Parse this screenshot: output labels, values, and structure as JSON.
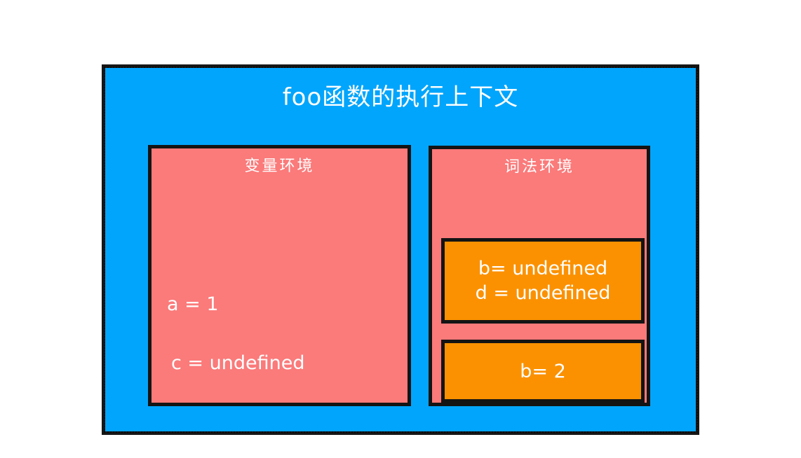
{
  "diagram": {
    "title": "foo函数的执行上下文",
    "colors": {
      "context_background": "#02a5fc",
      "environment_background": "#fb7a7a",
      "record_background": "#fb9100",
      "border": "#141414",
      "text": "#ffffff"
    },
    "variable_environment": {
      "title": "变量环境",
      "entries": [
        "a = 1",
        "c = undefined"
      ]
    },
    "lexical_environment": {
      "title": "词法环境",
      "blocks": [
        {
          "lines": [
            "b= undefined",
            "d = undefined"
          ]
        },
        {
          "lines": [
            "b= 2"
          ]
        }
      ]
    }
  }
}
